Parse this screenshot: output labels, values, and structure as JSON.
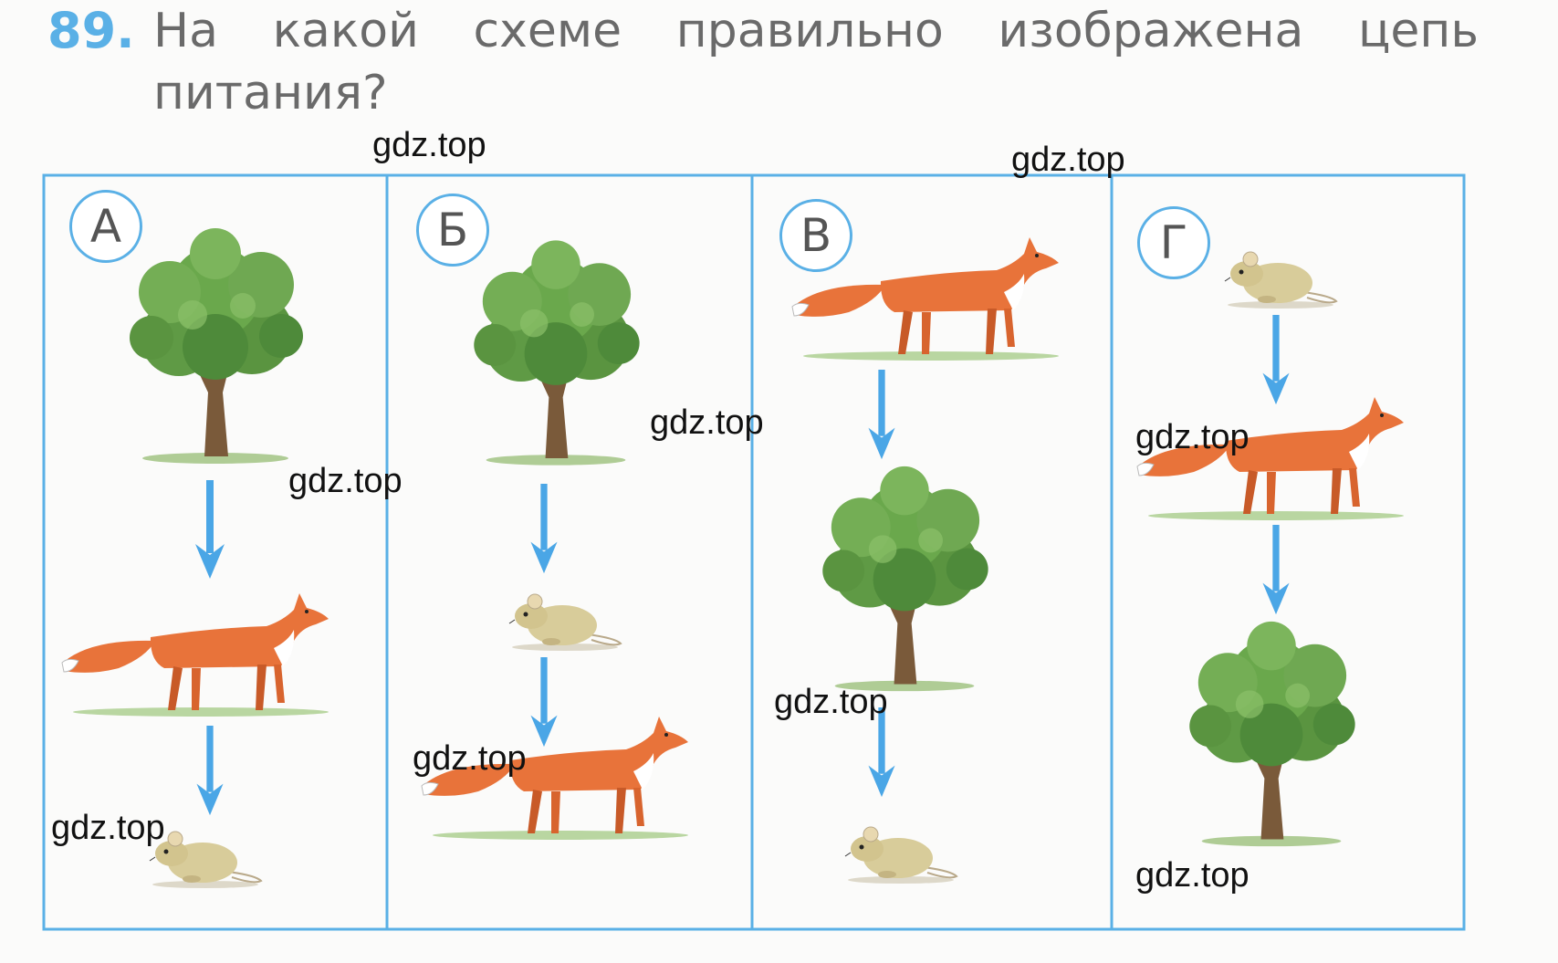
{
  "question": {
    "number": "89.",
    "line1_words": [
      "На",
      "какой",
      "схеме",
      "правильно",
      "изображена",
      "цепь"
    ],
    "line2": "питания?"
  },
  "panels": [
    {
      "letter": "А",
      "chain": [
        "tree-icon",
        "fox-icon",
        "mouse-icon"
      ]
    },
    {
      "letter": "Б",
      "chain": [
        "tree-icon",
        "mouse-icon",
        "fox-icon"
      ]
    },
    {
      "letter": "В",
      "chain": [
        "fox-icon",
        "tree-icon",
        "mouse-icon"
      ]
    },
    {
      "letter": "Г",
      "chain": [
        "mouse-icon",
        "fox-icon",
        "tree-icon"
      ]
    }
  ],
  "watermark": "gdz.top",
  "colors": {
    "accent_blue": "#5ab0e6",
    "arrow_blue": "#4aa6e6",
    "fox": "#e8733a",
    "foliage": "#4e8a3a"
  }
}
